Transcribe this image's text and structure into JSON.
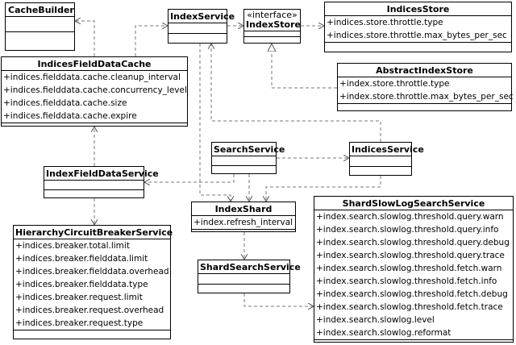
{
  "classes": {
    "cache_builder": {
      "name": "CacheBuilder"
    },
    "index_service": {
      "name": "IndexService"
    },
    "index_store": {
      "stereotype": "«interface»",
      "name": "IndexStore"
    },
    "indices_store": {
      "name": "IndicesStore",
      "attributes": [
        "+indices.store.throttle.type",
        "+indices.store.throttle.max_bytes_per_sec"
      ]
    },
    "indices_field_data_cache": {
      "name": "IndicesFieldDataCache",
      "attributes": [
        "+indices.fielddata.cache.cleanup_interval",
        "+indices.fielddata.cache.concurrency_level",
        "+indices.fielddata.cache.size",
        "+indices.fielddata.cache.expire"
      ]
    },
    "abstract_index_store": {
      "name": "AbstractIndexStore",
      "attributes": [
        "+index.store.throttle.type",
        "+index.store.throttle.max_bytes_per_sec"
      ]
    },
    "search_service": {
      "name": "SearchService"
    },
    "indices_service": {
      "name": "IndicesService"
    },
    "index_field_data_service": {
      "name": "IndexFieldDataService"
    },
    "index_shard": {
      "name": "IndexShard",
      "attributes": [
        "+index.refresh_interval"
      ]
    },
    "shard_slow_log_search_service": {
      "name": "ShardSlowLogSearchService",
      "attributes": [
        "+index.search.slowlog.threshold.query.warn",
        "+index.search.slowlog.threshold.query.info",
        "+index.search.slowlog.threshold.query.debug",
        "+index.search.slowlog.threshold.query.trace",
        "+index.search.slowlog.threshold.fetch.warn",
        "+index.search.slowlog.threshold.fetch.info",
        "+index.search.slowlog.threshold.fetch.debug",
        "+index.search.slowlog.threshold.fetch.trace",
        "+index.search.slowlog.level",
        "+index.search.slowlog.reformat"
      ]
    },
    "hierarchy_circuit_breaker_service": {
      "name": "HierarchyCircuitBreakerService",
      "attributes": [
        "+indices.breaker.total.limit",
        "+indices.breaker.fielddata.limit",
        "+indices.breaker.fielddata.overhead",
        "+indices.breaker.fielddata.type",
        "+indices.breaker.request.limit",
        "+indices.breaker.request.overhead",
        "+indices.breaker.request.type"
      ]
    },
    "shard_search_service": {
      "name": "ShardSearchService"
    }
  }
}
